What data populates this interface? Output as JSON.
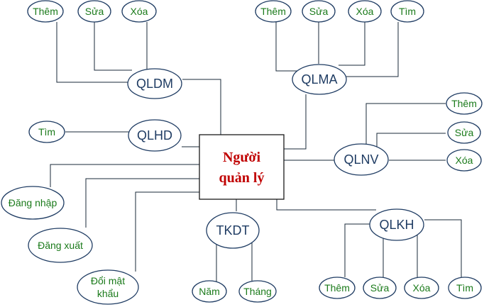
{
  "center": {
    "lines": [
      "Người",
      "quản lý"
    ]
  },
  "modules": [
    {
      "id": "qldm",
      "label": "QLDM",
      "actions": [
        "Thêm",
        "Sửa",
        "Xóa"
      ]
    },
    {
      "id": "qlma",
      "label": "QLMA",
      "actions": [
        "Thêm",
        "Sửa",
        "Xóa",
        "Tìm"
      ]
    },
    {
      "id": "qlhd",
      "label": "QLHD",
      "actions": [
        "Tìm"
      ]
    },
    {
      "id": "qlnv",
      "label": "QLNV",
      "actions": [
        "Thêm",
        "Sửa",
        "Xóa"
      ]
    },
    {
      "id": "tkdt",
      "label": "TKDT",
      "actions": [
        "Năm",
        "Tháng"
      ]
    },
    {
      "id": "qlkh",
      "label": "QLKH",
      "actions": [
        "Thêm",
        "Sửa",
        "Xóa",
        "Tìm"
      ]
    }
  ],
  "functions": [
    {
      "id": "dang-nhap",
      "lines": [
        "Đăng nhập"
      ]
    },
    {
      "id": "dang-xuat",
      "lines": [
        "Đăng xuất"
      ]
    },
    {
      "id": "doi-mat-khau",
      "lines": [
        "Đổi mật",
        "khẩu"
      ]
    }
  ]
}
